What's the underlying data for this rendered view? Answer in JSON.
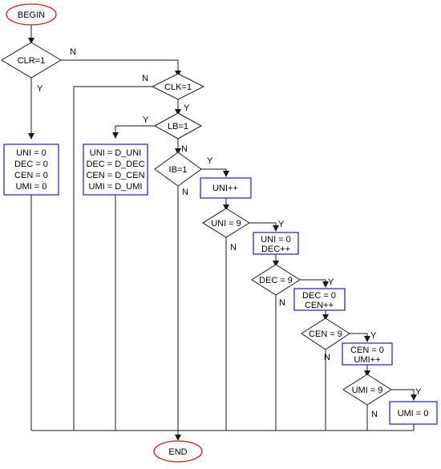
{
  "terminals": {
    "begin": "BEGIN",
    "end": "END"
  },
  "decisions": {
    "clr": "CLR=1",
    "clk": "CLK=1",
    "lb": "LB=1",
    "ib": "IB=1",
    "uni9": "UNI = 9",
    "dec9": "DEC = 9",
    "cen9": "CEN = 9",
    "umi9": "UMI = 9"
  },
  "processes": {
    "clear": [
      "UNI = 0",
      "DEC = 0",
      "CEN = 0",
      "UMI = 0"
    ],
    "load": [
      "UNI = D_UNI",
      "DEC = D_DEC",
      "CEN = D_CEN",
      "UMI = D_UMI"
    ],
    "inc_uni": [
      "UNI++"
    ],
    "carry_dec": [
      "UNI = 0",
      "DEC++"
    ],
    "carry_cen": [
      "DEC = 0",
      "CEN++"
    ],
    "carry_umi": [
      "CEN = 0",
      "UMI++"
    ],
    "reset_umi": [
      "UMI = 0"
    ]
  },
  "branch_labels": {
    "yes": "Y",
    "no": "N"
  }
}
